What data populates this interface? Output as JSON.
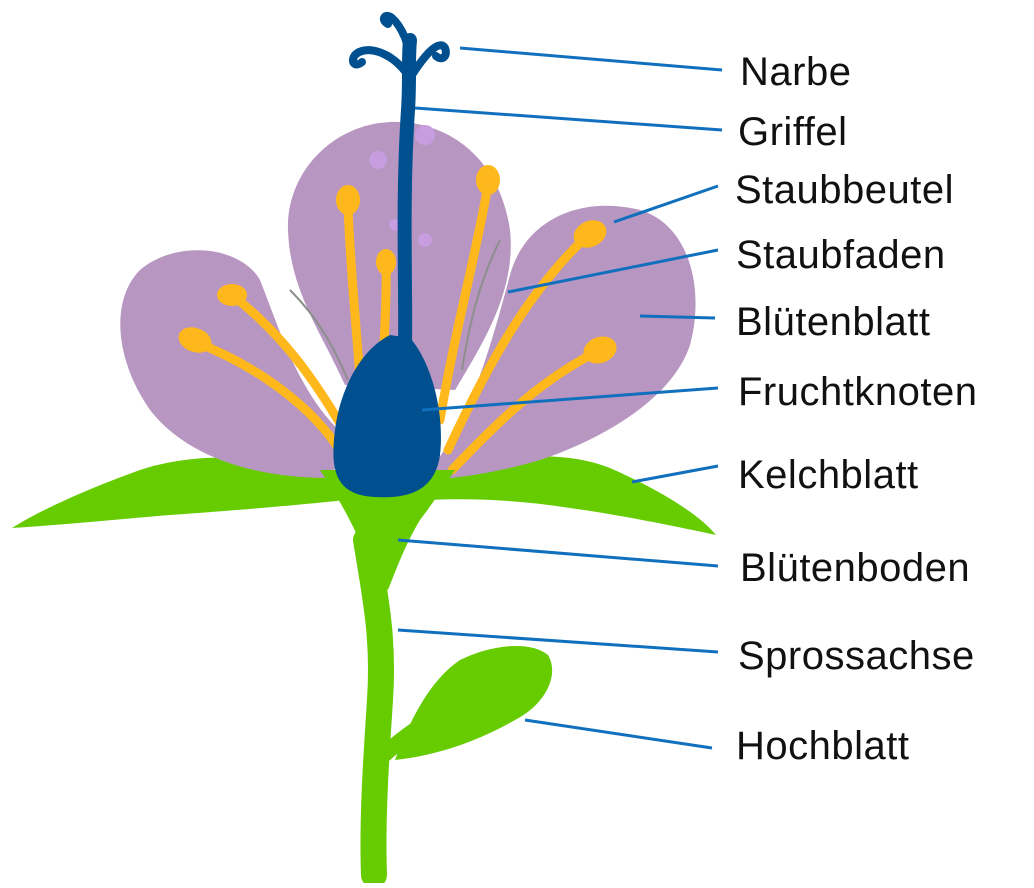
{
  "colors": {
    "petal": "#b796c1",
    "petal_spot": "#c79de0",
    "stamen": "#ffb81c",
    "pistil": "#00508f",
    "green": "#66cc00",
    "leader_line": "#1170bd",
    "text": "#111111"
  },
  "labels": {
    "narbe": "Narbe",
    "griffel": "Griffel",
    "staubbeutel": "Staubbeutel",
    "staubfaden": "Staubfaden",
    "bluetenblatt": "Blütenblatt",
    "fruchtknoten": "Fruchtknoten",
    "kelchblatt": "Kelchblatt",
    "bluetenboden": "Blütenboden",
    "sprossachse": "Sprossachse",
    "hochblatt": "Hochblatt"
  }
}
